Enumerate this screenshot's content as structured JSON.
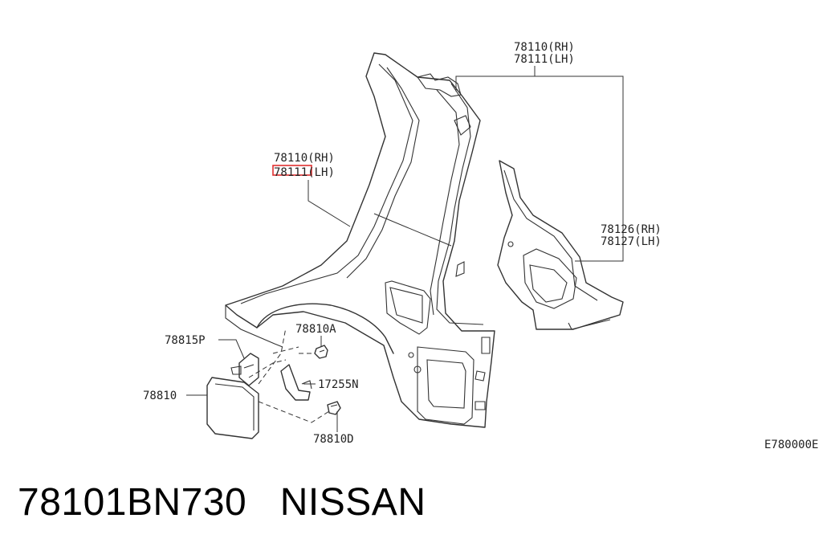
{
  "diagram": {
    "code": "E780000E",
    "highlight_color": "#e03030",
    "callouts": {
      "top_right": {
        "rh": "78110(RH)",
        "lh": "78111(LH)"
      },
      "main": {
        "rh": "78110(RH)",
        "lh": "78111(LH)",
        "lh_number": "78111",
        "lh_suffix": "(LH)"
      },
      "extension": {
        "rh": "78126(RH)",
        "lh": "78127(LH)"
      },
      "bracket": "78815P",
      "fuel_lid": "78810",
      "bolt_a": "78810A",
      "spring": "17255N",
      "bolt_d": "78810D"
    }
  },
  "footer": {
    "part_number": "78101BN730",
    "brand": "NISSAN"
  }
}
